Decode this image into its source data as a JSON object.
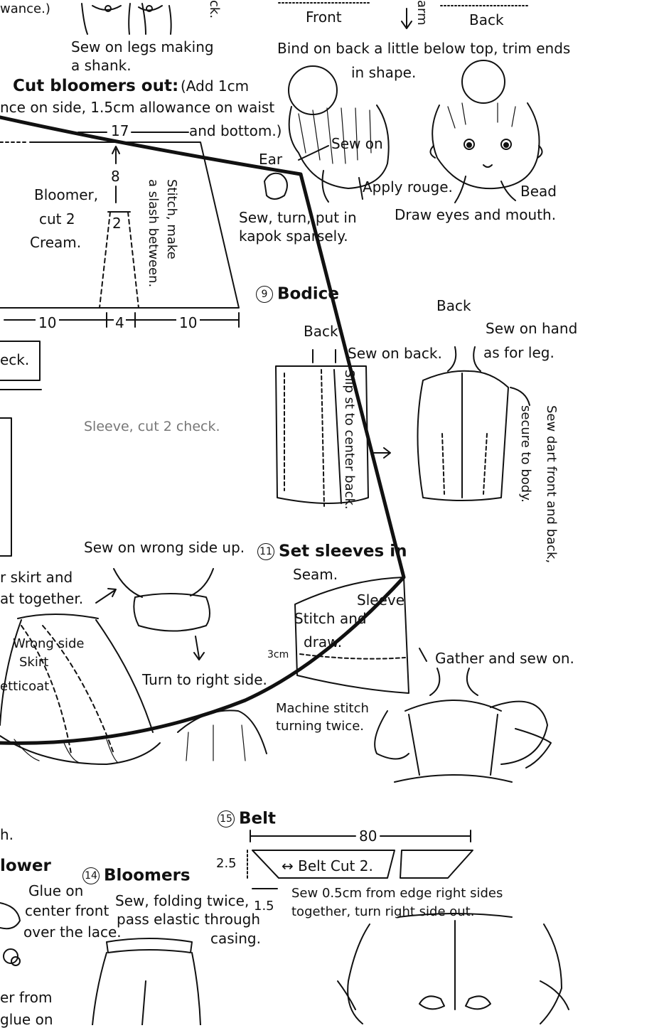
{
  "top": {
    "allowance_fragment": "wance.)",
    "check_fragment_top": "ck.",
    "legs_caption": [
      "Sew on legs making",
      "a shank."
    ],
    "front_label": "Front",
    "back_label": "Back",
    "arm_fragment": "arm",
    "bind_caption": [
      "Bind on back a little below top, trim ends",
      "in shape."
    ]
  },
  "cut_bloomers": {
    "title": "Cut bloomers out:",
    "note": [
      "(Add 1cm",
      "nce on side, 1.5cm allowance on waist",
      "and bottom.)"
    ],
    "dim_top": "17",
    "dim_height": "8",
    "dim_slit": "2",
    "piece_label": [
      "Bloomer,",
      "cut 2",
      "Cream."
    ],
    "stitch_note": [
      "Stitch, make",
      "a slash between."
    ],
    "dim_bottom": [
      "10",
      "4",
      "10"
    ]
  },
  "head": {
    "ear_label": "Ear",
    "sew_on": "Sew on",
    "apply_rouge": "Apply rouge.",
    "bead": "Bead",
    "ear_caption": [
      "Sew, turn, put in",
      "kapok sparsely."
    ],
    "face_caption": "Draw eyes and mouth."
  },
  "left_side": {
    "check_fragment": "eck.",
    "sleeve_cut": "Sleeve, cut 2 check.",
    "skirt_together": [
      "r skirt and",
      "at together."
    ],
    "wrong_side": "Wrong side",
    "skirt": "Skirt",
    "petticoat": "etticoat",
    "h_fragment": "h.",
    "flower_fragment": "lower",
    "glue_on": [
      "Glue on",
      "center front",
      "over the lace."
    ],
    "from_fragment": [
      "er from",
      "glue on"
    ]
  },
  "step9": {
    "number": "9",
    "title": "Bodice",
    "back_left": "Back",
    "back_right": "Back",
    "slip_stitch": "Slip st to center back.",
    "sew_on_back": "Sew on back.",
    "sew_on_hand": [
      "Sew on hand",
      "as for leg."
    ],
    "secure": "secure to body.",
    "sew_dart": "Sew dart front and back,"
  },
  "step11": {
    "number": "11",
    "title": "Set sleeves in",
    "wrong_side_up": "Sew on wrong side up.",
    "turn_right": "Turn to right side.",
    "seam": "Seam.",
    "sleeve": "Sleeve",
    "stitch_draw": [
      "Stitch and",
      "draw."
    ],
    "three_cm": "3cm",
    "machine": [
      "Machine stitch",
      "turning twice."
    ],
    "gather": "Gather and sew on."
  },
  "step14": {
    "number": "14",
    "title": "Bloomers",
    "caption": [
      "Sew, folding twice,",
      "pass elastic through",
      "casing."
    ]
  },
  "step15": {
    "number": "15",
    "title": "Belt",
    "dim_length": "80",
    "dim_height": "2.5",
    "dim_end": "1.5",
    "label": "Belt Cut 2.",
    "caption": [
      "Sew 0.5cm from edge right sides",
      "together, turn right side out."
    ]
  }
}
